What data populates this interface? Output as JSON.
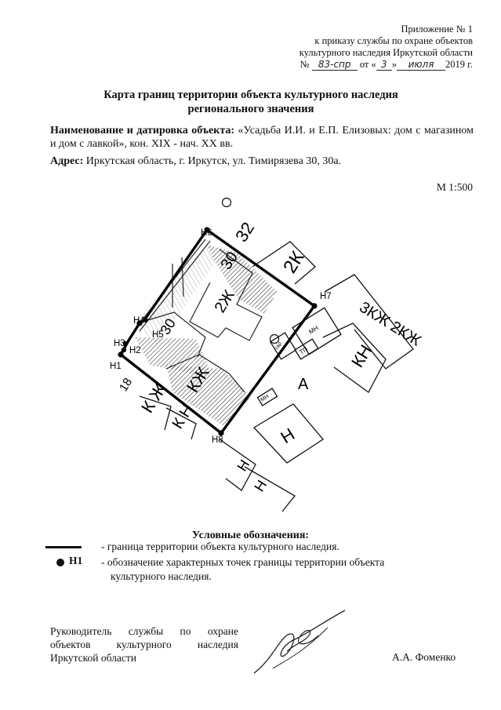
{
  "annex": {
    "line1": "Приложение № 1",
    "line2": "к приказу службы по охране объектов",
    "line3": "культурного наследия Иркутской области",
    "no_label": "№",
    "order_number": "83-спр",
    "from_label": "от «",
    "day": "3",
    "quote_close": "»",
    "month": "июля",
    "year_suffix": "2019 г."
  },
  "title": {
    "line1": "Карта границ территории объекта культурного наследия",
    "line2": "регионального значения"
  },
  "object": {
    "label": "Наименование и датировка объекта:",
    "text": "«Усадьба И.И. и Е.П. Елизовых: дом с магазином и дом с лавкой», кон. XIX - нач. XX вв."
  },
  "address": {
    "label": "Адрес:",
    "text": "Иркутская область, г. Иркутск, ул. Тимирязева 30, 30а."
  },
  "scale": "М 1:500",
  "map": {
    "points": [
      "Н1",
      "Н2",
      "Н3",
      "Н4",
      "Н5",
      "Н6",
      "Н7",
      "Н8"
    ],
    "building_labels": {
      "n32": "32",
      "n30_top": "30",
      "k2j": "2Ж",
      "n30_left": "30",
      "k_j_left": "К Ж",
      "k_n_left": "К Н",
      "n18": "18",
      "kj_mid": "КЖ",
      "a": "А",
      "mn1": "МН",
      "mn2": "МН",
      "gar": "гар",
      "tp": "ТП",
      "kn": "КН",
      "n_big": "Н",
      "h_small1": "Н",
      "h_small2": "Н",
      "2k": "2К",
      "3kj_2kj": "3КЖ 2КЖ"
    }
  },
  "legend": {
    "title": "Условные обозначения:",
    "line_desc": "- граница территории объекта культурного наследия.",
    "point_label": "Н1",
    "point_desc": "- обозначение характерных точек границы территории объекта",
    "point_desc_2": "культурного наследия."
  },
  "signature_block": {
    "position": "Руководитель службы по охране объектов культурного наследия Иркутской области",
    "name": "А.А. Фоменко"
  }
}
